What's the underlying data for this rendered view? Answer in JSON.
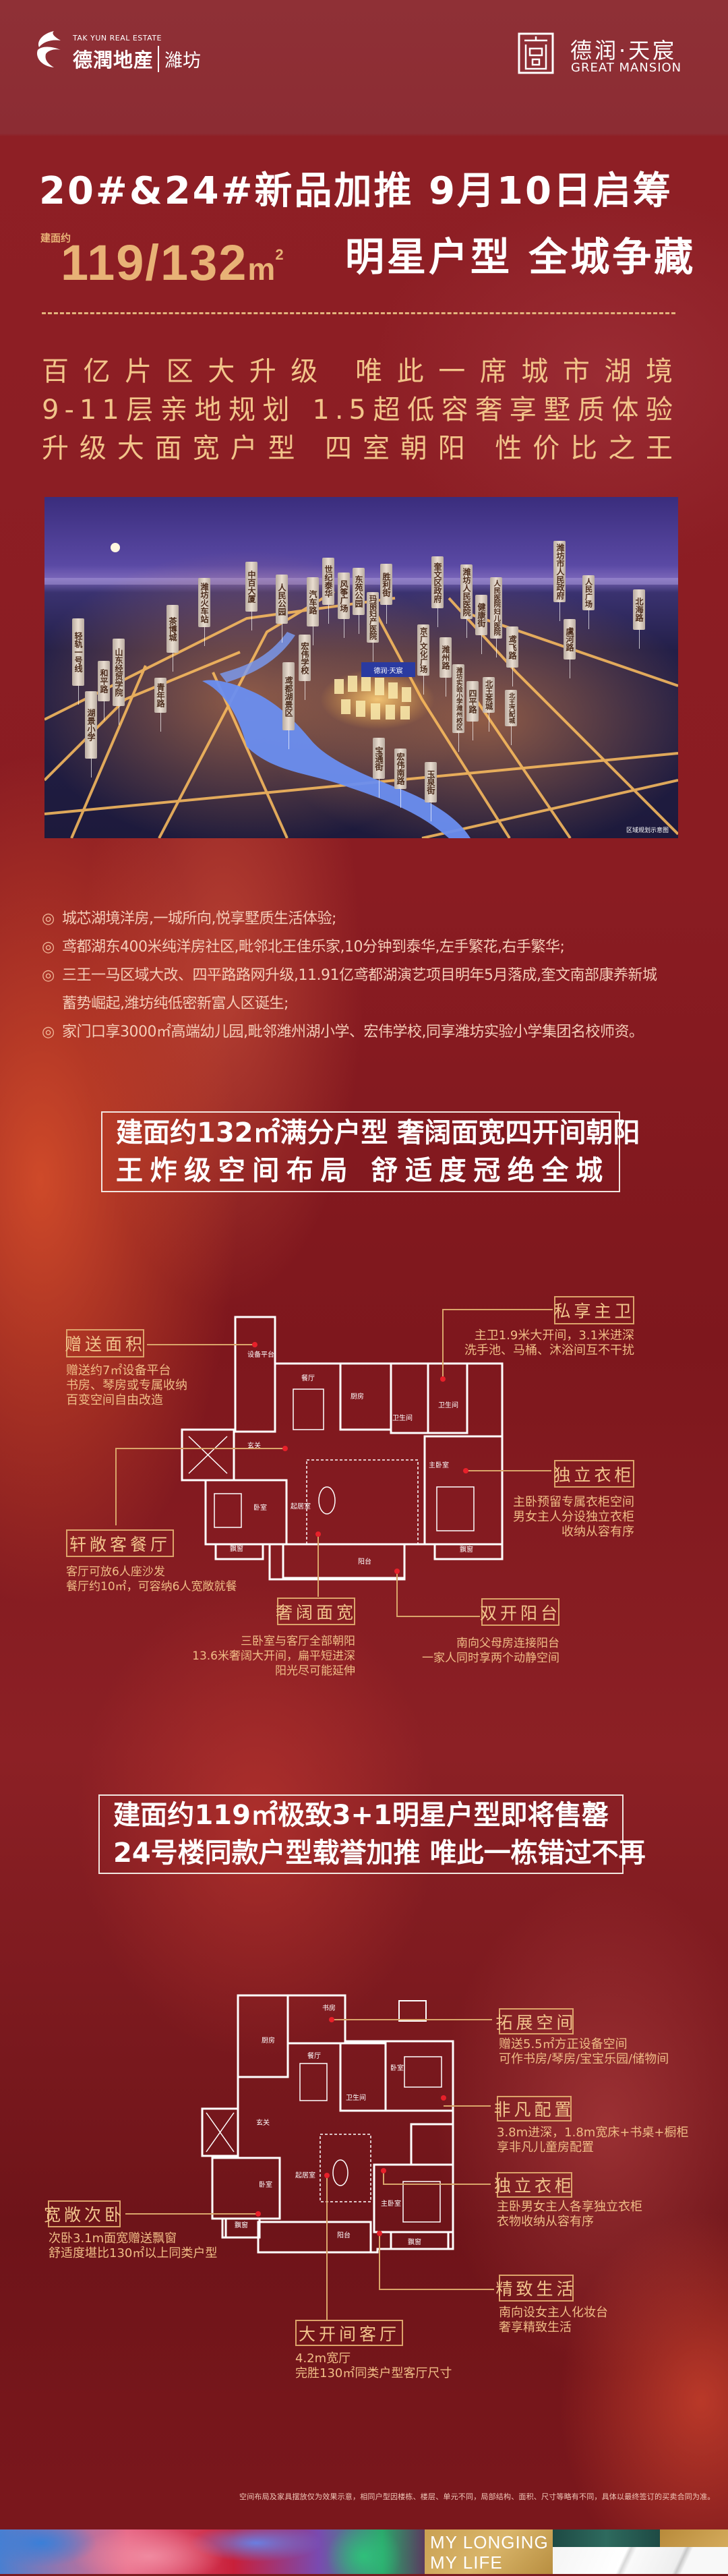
{
  "header": {
    "brand_en": "TAK YUN REAL ESTATE",
    "brand_cn": "德潤地産",
    "city": "濰坊",
    "project_cn": "德润·天宸",
    "project_en": "GREAT MANSION"
  },
  "headline": {
    "line1": "20#&24#新品加推 9月10日启筹",
    "area_label": "建面约",
    "area_value": "119/132",
    "area_unit": "m",
    "area_unit_sup": "2",
    "line2_rest": "明星户型 全城争藏"
  },
  "selling_points": [
    "百亿片区大升级  唯此一席城市湖境",
    "9-11层亲地规划   1.5超低容奢享墅质体验",
    "升级大面宽户型 四室朝阳 性价比之王"
  ],
  "aerial": {
    "caption": "区域规划示意图",
    "project_badge": "德润·天宸",
    "landmarks": [
      "轻轨一号线",
      "和平路",
      "山东经贸学院",
      "湖景小学",
      "茶博城",
      "青年路",
      "潍坊火车站",
      "中百大厦",
      "人民公园",
      "汽车路",
      "世纪泰华",
      "风筝广场",
      "东苑公园",
      "玛丽妇产医院",
      "胜利街",
      "宏伟学校",
      "鸢都湖景区",
      "宝通街",
      "宏伟南路",
      "玉泉街",
      "奎文区政府",
      "京广文化广场",
      "潍州路",
      "潍坊人民医院",
      "健康街",
      "人民医院妇儿医院",
      "潍坊实验小学潍州校区",
      "四平路",
      "北王茶城",
      "北王汽配城",
      "鸢飞路",
      "潍坊市人民政府",
      "人民广场",
      "虞河路",
      "北海路"
    ]
  },
  "bullets": [
    "城芯湖境洋房,一城所向,悦享墅质生活体验;",
    "鸢都湖东400米纯洋房社区,毗邻北王佳乐家,10分钟到泰华,左手繁花,右手繁华;",
    "三王一马区域大改、四平路路网升级,11.91亿鸢都湖演艺项目明年5月落成,奎文南部康养新城蓄势崛起,潍坊纯低密新富人区诞生;",
    "家门口享3000㎡高端幼儿园,毗邻潍州湖小学、宏伟学校,同享潍坊实验小学集团名校师资。"
  ],
  "plan1": {
    "heading": [
      "建面约132㎡满分户型 奢阔面宽四开间朝阳",
      "王炸级空间布局  舒适度冠绝全城"
    ],
    "rooms": [
      "设备平台",
      "餐厅",
      "厨房",
      "玄关",
      "卧室",
      "起居室",
      "飘窗",
      "阳台",
      "卫生间",
      "卫生间",
      "主卧室",
      "飘窗"
    ],
    "callouts": [
      {
        "title": "赠送面积",
        "desc": [
          "赠送约7㎡设备平台",
          "书房、琴房或专属收纳",
          "百变空间自由改造"
        ]
      },
      {
        "title": "轩敞客餐厅",
        "desc": [
          "客厅可放6人座沙发",
          "餐厅约10㎡，可容纳6人宽敞就餐"
        ]
      },
      {
        "title": "私享主卫",
        "desc": [
          "主卫1.9米大开间，3.1米进深",
          "洗手池、马桶、沐浴间互不干扰"
        ]
      },
      {
        "title": "独立衣柜",
        "desc": [
          "主卧预留专属衣柜空间",
          "男女主人分设独立衣柜",
          "收纳从容有序"
        ]
      },
      {
        "title": "奢阔面宽",
        "desc": [
          "三卧室与客厅全部朝阳",
          "13.6米奢阔大开间，扁平短进深",
          "阳光尽可能延伸"
        ]
      },
      {
        "title": "双开阳台",
        "desc": [
          "南向父母房连接阳台",
          "一家人同时享两个动静空间"
        ]
      }
    ]
  },
  "plan2": {
    "heading": [
      "建面约119㎡极致3+1明星户型即将售罄",
      "24号楼同款户型载誉加推 唯此一栋错过不再"
    ],
    "rooms": [
      "书房",
      "厨房",
      "餐厅",
      "卫生间",
      "卧室",
      "玄关",
      "卧室",
      "起居室",
      "主卧室",
      "飘窗",
      "阳台",
      "飘窗"
    ],
    "callouts": [
      {
        "title": "拓展空间",
        "desc": [
          "赠送5.5㎡方正设备空间",
          "可作书房/琴房/宝宝乐园/储物间"
        ]
      },
      {
        "title": "非凡配置",
        "desc": [
          "3.8m进深，1.8m宽床+书桌+橱柜",
          "享非凡儿童房配置"
        ]
      },
      {
        "title": "独立衣柜",
        "desc": [
          "主卧男女主人各享独立衣柜",
          "衣物收纳从容有序"
        ]
      },
      {
        "title": "精致生活",
        "desc": [
          "南向设女主人化妆台",
          "奢享精致生活"
        ]
      },
      {
        "title": "宽敞次卧",
        "desc": [
          "次卧3.1m面宽赠送飘窗",
          "舒适度堪比130㎡以上同类户型"
        ]
      },
      {
        "title": "大开间客厅",
        "desc": [
          "4.2m宽厅",
          "完胜130㎡同类户型客厅尺寸"
        ]
      }
    ]
  },
  "disclaimer": "空间布局及家具摆放仅为效果示意，相同户型因楼栋、楼层、单元不同，局部结构、面积、尺寸等略有不同，具体以最终签订的买卖合同为准。",
  "footer": {
    "tagline1": "MY LONGING",
    "tagline2": "MY LIFE"
  },
  "colors": {
    "gold": "#f0c48c",
    "title_gold": "#e8b276",
    "background_red": "#8a1c22",
    "leader_line": "#d9a56a",
    "marker_dot": "#e8202a"
  }
}
